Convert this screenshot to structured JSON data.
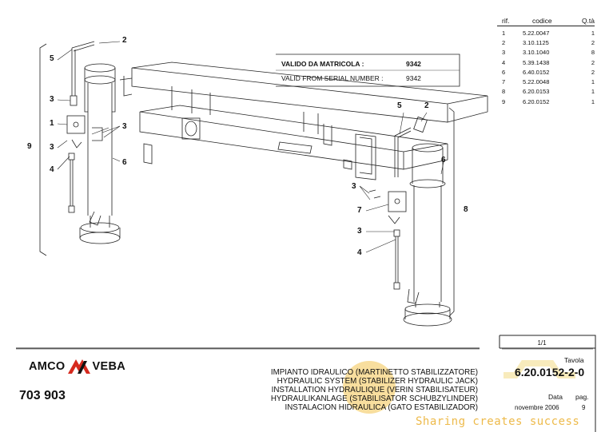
{
  "parts_table": {
    "headers": [
      "rif.",
      "codice",
      "Q.tà"
    ],
    "rows": [
      [
        "1",
        "5.22.0047",
        "1"
      ],
      [
        "2",
        "3.10.1125",
        "2"
      ],
      [
        "3",
        "3.10.1040",
        "8"
      ],
      [
        "4",
        "5.39.1438",
        "2"
      ],
      [
        "6",
        "6.40.0152",
        "2"
      ],
      [
        "7",
        "5.22.0048",
        "1"
      ],
      [
        "8",
        "6.20.0153",
        "1"
      ],
      [
        "9",
        "6.20.0152",
        "1"
      ]
    ]
  },
  "serial": {
    "it_label": "VALIDO DA MATRICOLA :",
    "it_value": "9342",
    "en_label": "VALID FROM SERIAL NUMBER :",
    "en_value": "9342"
  },
  "callouts": {
    "left_5": "5",
    "left_2": "2",
    "left_3a": "3",
    "left_1": "1",
    "left_3b": "3",
    "left_9": "9",
    "left_3c": "3",
    "left_4": "4",
    "left_6": "6",
    "right_5": "5",
    "right_2": "2",
    "right_6": "6",
    "right_3a": "3",
    "right_7": "7",
    "right_8": "8",
    "right_3b": "3",
    "right_4": "4"
  },
  "footer": {
    "page_count": "1/1",
    "brand_left": "AMCO",
    "brand_right": "VEBA",
    "drawing_number": "703 903",
    "title_lines": [
      "IMPIANTO IDRAULICO (MARTINETTO STABILIZZATORE)",
      "HYDRAULIC SYSTEM (STABILIZER HYDRAULIC JACK)",
      "INSTALLATION HYDRAULIQUE (VERIN STABILISATEUR)",
      "HYDRAULIKANLAGE (STABILISATOR SCHUBZYLINDER)",
      "INSTALACION HIDRAULICA (GATO ESTABILIZADOR)"
    ],
    "tavola_label": "Tavola",
    "tavola_value": "6.20.0152-2-0",
    "data_label": "Data",
    "data_value": "novembre 2006",
    "pag_label": "pag.",
    "pag_value": "9"
  },
  "watermark": {
    "text": "Sharing creates success",
    "color": "#e8a30e"
  }
}
